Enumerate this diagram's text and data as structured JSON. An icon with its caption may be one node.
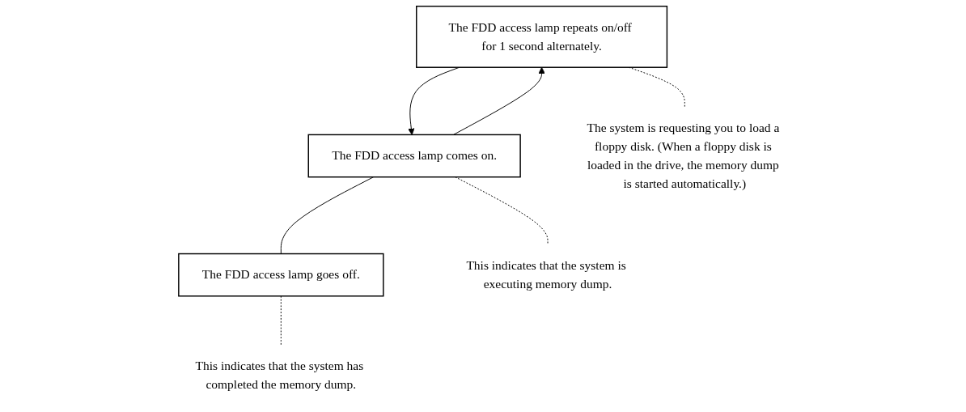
{
  "diagram": {
    "nodes": [
      {
        "text": [
          "The FDD access lamp repeats on/off for 1 second alternately."
        ]
      },
      {
        "text": [
          "The FDD access lamp comes on."
        ]
      },
      {
        "text": [
          "The FDD access lamp goes off."
        ]
      },
      {
        "text": [
          "The system is requesting you to load a floppy disk. (When a floppy disk is loaded in the drive, the memory dump is started automatically.)"
        ]
      },
      {
        "text": [
          "This indicates that the system is executing memory dump."
        ]
      },
      {
        "text": [
          "This indicates that the system has completed the memory dump."
        ]
      }
    ],
    "edges": [
      {
        "from": 0,
        "to": 1,
        "arrow": "to"
      },
      {
        "from": 1,
        "to": 2,
        "arrow": "none"
      },
      {
        "from": 1,
        "to": 0,
        "arrow": "to"
      },
      {
        "from": 0,
        "to": 3,
        "arrow": "none",
        "style": "dashed"
      },
      {
        "from": 1,
        "to": 4,
        "arrow": "none",
        "style": "dashed"
      },
      {
        "from": 2,
        "to": 5,
        "arrow": "none",
        "style": "dashed"
      }
    ]
  }
}
